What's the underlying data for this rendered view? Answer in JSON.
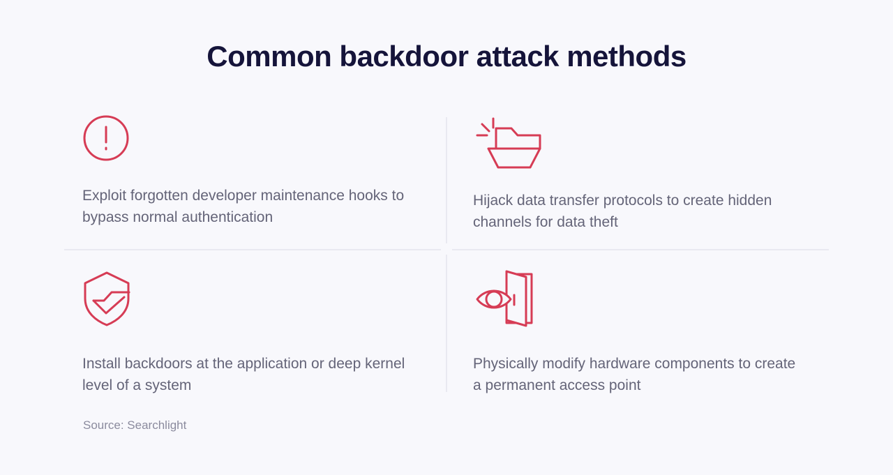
{
  "page": {
    "title": "Common backdoor attack methods",
    "background_color": "#f8f8fc",
    "title_color": "#15143a",
    "accent_color": "#d63c55",
    "body_text_color": "#646478",
    "divider_color": "#e9e9f1"
  },
  "items": [
    {
      "icon": "alert-circle-icon",
      "text": "Exploit forgotten developer maintenance hooks to bypass normal authentication"
    },
    {
      "icon": "open-folder-alert-icon",
      "text": "Hijack data transfer protocols to create hidden channels for data theft"
    },
    {
      "icon": "shield-check-icon",
      "text": "Install backdoors at the application or deep kernel level of a system"
    },
    {
      "icon": "door-eye-icon",
      "text": "Physically modify hardware components to create a permanent access point"
    }
  ],
  "footer": {
    "source": "Source: Searchlight"
  }
}
